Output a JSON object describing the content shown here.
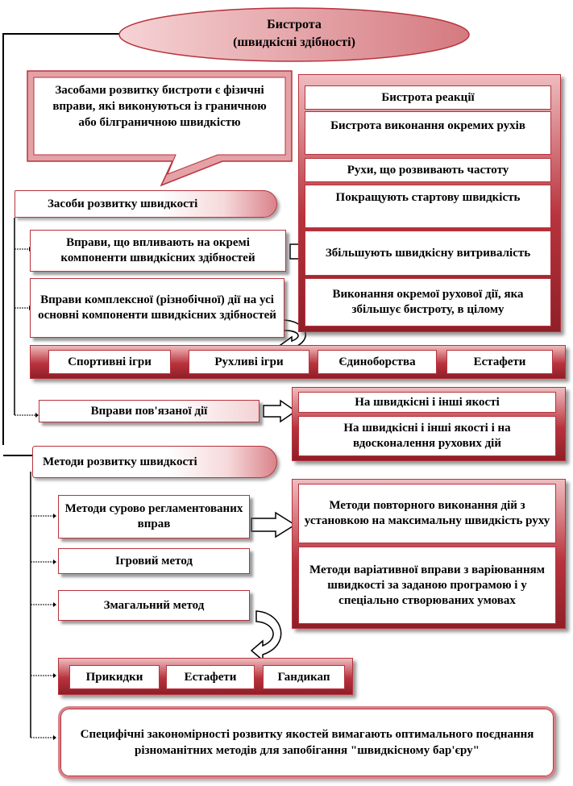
{
  "title": {
    "line1": "Бистрота",
    "line2": "(швидкісні  здібності)"
  },
  "callout": "Засобами розвитку бистроти є фізичні вправи, які виконуються із граничною або білграничною швидкістю",
  "means": {
    "header": "Засоби розвитку швидкості",
    "ex_components": "Вправи, що впливають на окремі компоненти швидкісних здібностей",
    "ex_complex": "Вправи комплексної (різнобічної) дії на усі основні компоненти швидкісних здібностей",
    "ex_related": "Вправи пов'язаної дії"
  },
  "right_list": [
    "Бистрота реакції",
    "Бистрота виконання окремих рухів",
    "Рухи, що розвивають частоту",
    "Покращують стартову швидкість",
    "Збільшують швидкісну витривалість",
    "Виконання окремої рухової дії, яка збільшує бистроту, в цілому"
  ],
  "games": [
    "Спортивні ігри",
    "Рухливі ігри",
    "Єдиноборства",
    "Естафети"
  ],
  "related_list": [
    "На швидкісні і інші  якості",
    "На швидкісні і інші  якості і на вдосконалення рухових дій"
  ],
  "methods": {
    "header": "Методи розвитку швидкості",
    "strict": "Методи сурово регламентованих вправ",
    "game": "Ігровий метод",
    "competitive": "Змагальний метод"
  },
  "method_list": [
    "Методи повторного виконання дій з установкою на максимальну швидкість руху",
    "Методи варіативної вправи з варіюванням швидкості за заданою програмою і у спеціально створюваних умовах"
  ],
  "competitive_list": [
    "Прикидки",
    "Естафети",
    "Гандикап"
  ],
  "note": "Специфічні закономірності розвитку якостей вимагають оптимального поєднання різноманітних методів для запобігання \"швидкісному бар'єру\"",
  "colors": {
    "accent": "#b8333d",
    "ellipse_fill": "#e9a7ab"
  }
}
